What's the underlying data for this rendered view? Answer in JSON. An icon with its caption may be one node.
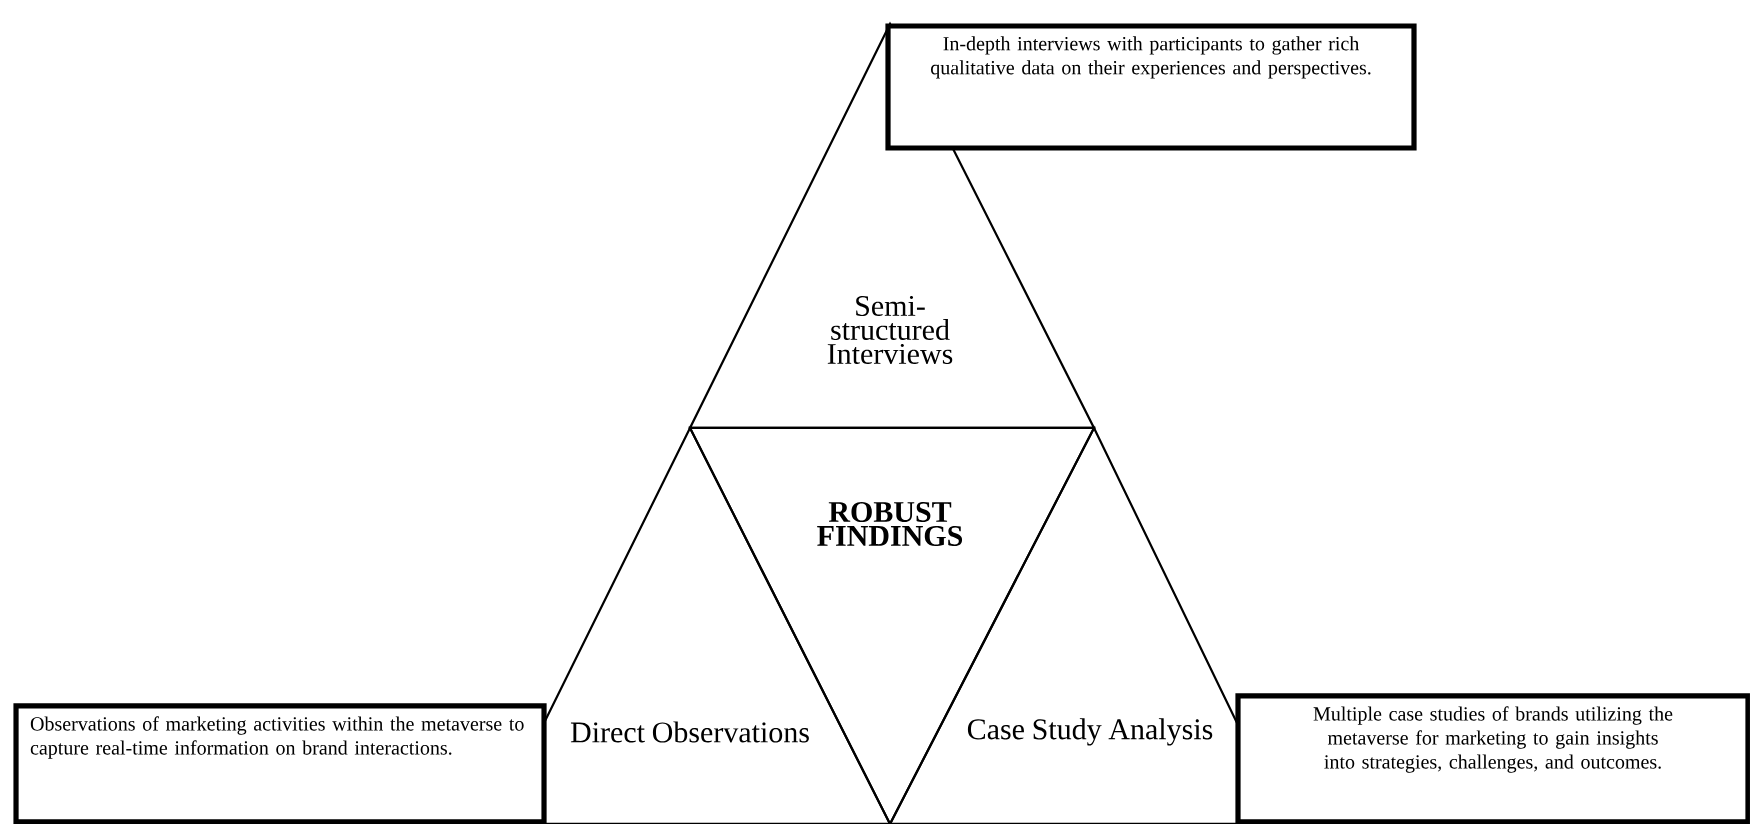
{
  "diagram": {
    "nodes": [
      {
        "text": [
          "In-depth interviews with participants to gather rich qualitative data on their experiences and perspectives."
        ]
      },
      {
        "text": [
          "Semi-structured Interviews"
        ]
      },
      {
        "text": [
          "ROBUST FINDINGS"
        ]
      },
      {
        "text": [
          "Direct Observations"
        ]
      },
      {
        "text": [
          "Case Study Analysis"
        ]
      },
      {
        "text": [
          "Observations of marketing activities within the metaverse to capture real-time information on brand interactions."
        ]
      },
      {
        "text": [
          "Multiple case studies of brands utilizing the metaverse for marketing to gain insights into strategies, challenges, and outcomes."
        ]
      }
    ]
  }
}
